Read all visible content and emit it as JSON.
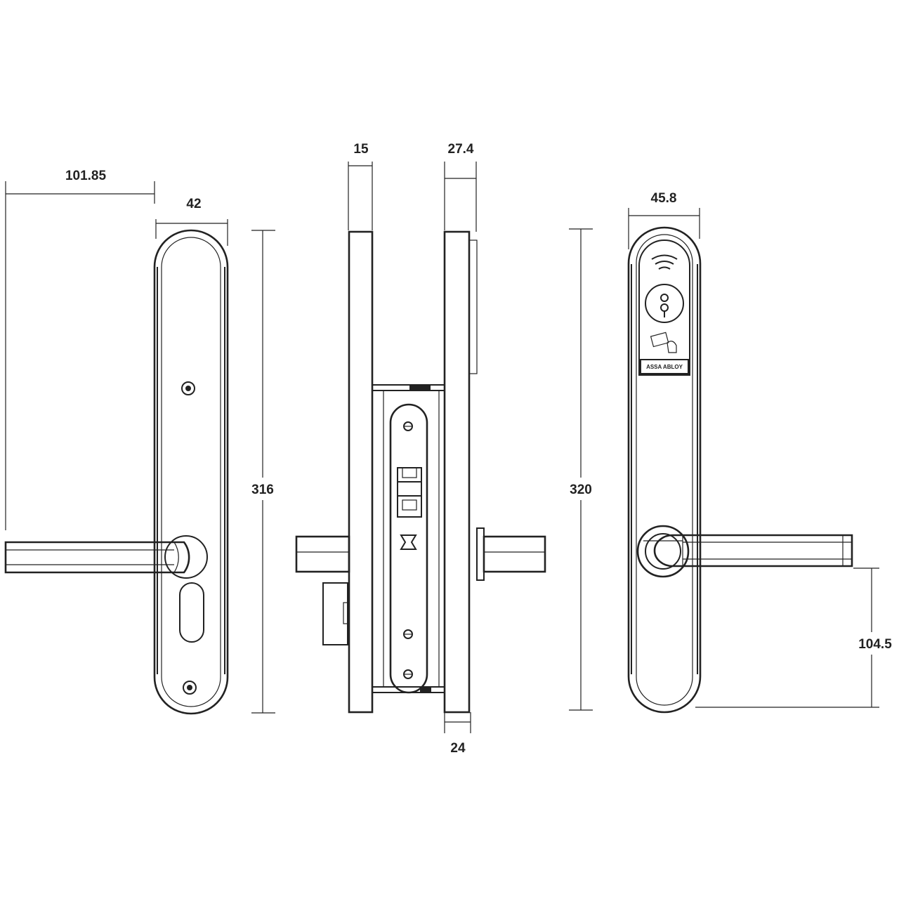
{
  "dimensions": {
    "left_view": {
      "handle_projection": "101.85",
      "plate_width": "42",
      "plate_height": "316"
    },
    "side_view": {
      "outer_plate_thickness": "15",
      "inner_plate_thickness": "27.4",
      "backset": "24"
    },
    "right_view": {
      "plate_width": "45.8",
      "plate_height": "320",
      "handle_height_from_bottom": "104.5"
    }
  },
  "reader": {
    "brand": "ASSA ABLOY"
  },
  "icons": [
    "wireless-signal-icon",
    "key-cylinder-icon",
    "card-tap-icon"
  ]
}
